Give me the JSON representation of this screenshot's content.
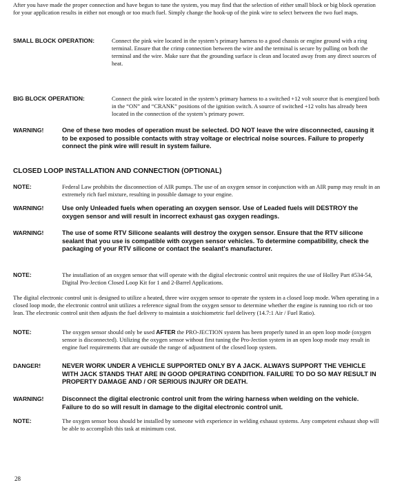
{
  "intro": "After you have made the proper connection and have begun to tune the system, you may find that the selection of either small block or big block operation for your application results in either not enough or too much fuel. Simply change the hook-up of the pink wire to select between the two fuel maps.",
  "small_block": {
    "label": "SMALL BLOCK OPERATION:",
    "text": "Connect the pink wire located in the system’s primary harness to a good chassis or engine ground with a ring terminal. Ensure that the crimp connection between the wire and the terminal is secure by pulling on both the terminal and the wire. Make sure that the grounding surface is clean and located away from any direct sources of heat."
  },
  "big_block": {
    "label": "BIG BLOCK OPERATION:",
    "text": "Connect the pink wire located in the system’s primary harness to a switched +12 volt source that is energized both in the “ON” and “CRANK” positions of the ignition switch. A source of switched +12 volts has already been located in the connection of the system’s primary power."
  },
  "warning1": {
    "label": "WARNING!",
    "text": "One of these two modes of operation must be selected. DO NOT leave the wire disconnected, causing it to be exposed to possible contacts with stray voltage or electrical noise sources. Failure to properly connect the pink wire will result in system failure."
  },
  "section_heading": "CLOSED LOOP INSTALLATION AND CONNECTION (OPTIONAL)",
  "note1": {
    "label": "NOTE:",
    "text": "Federal Law prohibits the disconnection of AIR pumps. The use of an oxygen sensor in conjunction with an AIR pump may result in an extremely rich fuel mixture, resulting in possible damage to your engine."
  },
  "warning2": {
    "label": "WARNING!",
    "text": "Use only Unleaded fuels when operating an oxygen sensor. Use of Leaded fuels will DESTROY the oxygen sensor and will result in incorrect exhaust gas oxygen readings."
  },
  "warning3": {
    "label": "WARNING!",
    "text": "The use of some RTV Silicone sealants will destroy the oxygen sensor. Ensure that the RTV silicone sealant that you use is compatible with oxygen sensor vehicles. To determine compatibility, check the packaging of your RTV silicone or contact the sealant's manufacturer."
  },
  "note2": {
    "label": "NOTE:",
    "text": "The installation of an oxygen sensor that will operate with the digital electronic control unit requires the use of Holley Part #534-54, Digital Pro-Jection Closed Loop Kit for 1 and 2-Barrel Applications."
  },
  "paragraph": "The digital electronic control unit is designed to utilize a heated, three wire oxygen sensor to operate the system in a closed loop mode. When operating in a closed loop mode, the electronic control unit utilizes a reference signal from the oxygen sensor to determine whether the engine is running too rich or too lean. The electronic control unit then adjusts the fuel delivery to maintain a stoichiometric fuel delivery (14.7:1 Air / Fuel Ratio).",
  "note3": {
    "label": "NOTE:",
    "text_before": "The oxygen sensor should only be used ",
    "text_bold": "AFTER",
    "text_after": " the PRO-JECTION system has been properly tuned in an open loop mode (oxygen sensor is disconnected). Utilizing the oxygen sensor without first tuning the Pro-Jection system in an open loop mode may result in engine fuel requirements that are outside the range of adjustment of the closed loop system."
  },
  "danger": {
    "label": "DANGER!",
    "text": "NEVER WORK UNDER A VEHICLE SUPPORTED ONLY BY A JACK. ALWAYS SUPPORT THE VEHICLE WITH JACK STANDS THAT ARE IN GOOD OPERATING CONDITION. FAILURE TO DO SO MAY RESULT IN PROPERTY DAMAGE AND / OR SERIOUS INJURY OR DEATH."
  },
  "warning4": {
    "label": "WARNING!",
    "text": "Disconnect the digital electronic control unit from the wiring harness when welding on the vehicle. Failure to do so will result in damage to the digital electronic control unit."
  },
  "note4": {
    "label": "NOTE:",
    "text": "The oxygen sensor boss should be installed by someone with experience in welding exhaust systems. Any competent exhaust shop will be able to accomplish this task at minimum cost."
  },
  "page_number": "28"
}
